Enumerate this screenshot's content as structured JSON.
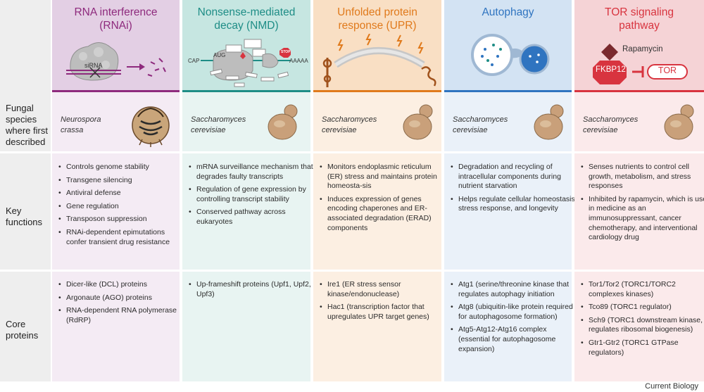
{
  "row_labels": {
    "species": [
      "Fungal",
      "species",
      "where first",
      "described"
    ],
    "functions": [
      "Key",
      "functions"
    ],
    "proteins": [
      "Core",
      "proteins"
    ]
  },
  "columns": [
    {
      "title_lines": [
        "RNA interference",
        "(RNAi)"
      ],
      "accent": "#8e2a7d",
      "header_bg": "#e3cfe4",
      "body_bg": "#f4ebf4",
      "species_lines": [
        "Neurospora",
        "crassa"
      ],
      "functions": [
        "Controls genome stability",
        "Transgene silencing",
        "Antiviral defense",
        "Gene regulation",
        "Transposon suppression",
        "RNAi-dependent epimutations confer transient drug resistance"
      ],
      "proteins": [
        "Dicer-like (DCL) proteins",
        "Argonaute (AGO) proteins",
        "RNA-dependent RNA polymerase (RdRP)"
      ],
      "illustration_labels": [
        "siRNA"
      ]
    },
    {
      "title_lines": [
        "Nonsense-mediated",
        "decay (NMD)"
      ],
      "accent": "#1e8d86",
      "header_bg": "#c6e6e1",
      "body_bg": "#e8f4f2",
      "species_lines": [
        "Saccharomyces",
        "cerevisiae"
      ],
      "functions": [
        "mRNA surveillance mechanism that degrades faulty transcripts",
        "Regulation of gene expression by controlling transcript stability",
        "Conserved pathway across eukaryotes"
      ],
      "proteins": [
        "Up-frameshift proteins (Upf1, Upf2, Upf3)"
      ],
      "illustration_labels": [
        "CAP",
        "AUG",
        "STOP",
        "AAAAA"
      ]
    },
    {
      "title_lines": [
        "Unfolded protein",
        "response (UPR)"
      ],
      "accent": "#e07a1c",
      "header_bg": "#f9dfc4",
      "body_bg": "#fcefe2",
      "species_lines": [
        "Saccharomyces",
        "cerevisiae"
      ],
      "functions": [
        "Monitors endoplasmic reticulum (ER) stress and maintains protein homeosta-sis",
        "Induces expression of genes encoding chaperones and ER-associated degradation (ERAD) components"
      ],
      "proteins": [
        "Ire1 (ER stress sensor kinase/endonuclease)",
        "Hac1 (transcription factor that upregulates UPR target genes)"
      ],
      "illustration_labels": []
    },
    {
      "title_lines": [
        "Autophagy"
      ],
      "accent": "#2f74c0",
      "header_bg": "#d3e3f3",
      "body_bg": "#eaf1f9",
      "species_lines": [
        "Saccharomyces",
        "cerevisiae"
      ],
      "functions": [
        "Degradation and recycling of intracellular components during nutrient starvation",
        "Helps regulate cellular homeostasis, stress response, and longevity"
      ],
      "proteins": [
        "Atg1 (serine/threonine kinase that regulates autophagy initiation",
        "Atg8 (ubiquitin-like protein required for autophagosome formation)",
        "Atg5-Atg12-Atg16 complex (essential for autophagosome expansion)"
      ],
      "illustration_labels": []
    },
    {
      "title_lines": [
        "TOR signaling",
        "pathway"
      ],
      "accent": "#d8343f",
      "header_bg": "#f5d3d6",
      "body_bg": "#fbeaeb",
      "species_lines": [
        "Saccharomyces",
        "cerevisiae"
      ],
      "functions": [
        "Senses nutrients to control cell growth, metabolism, and stress responses",
        "Inhibited by rapamycin, which is used in medicine as an immunosuppressant, cancer chemotherapy, and interventional cardiology drug"
      ],
      "proteins": [
        "Tor1/Tor2 (TORC1/TORC2 complexes kinases)",
        "Tco89 (TORC1 regulator)",
        "Sch9 (TORC1 downstream kinase, regulates ribosomal biogenesis)",
        "Gtr1-Gtr2 (TORC1 GTPase regulators)"
      ],
      "illustration_labels": [
        "Rapamycin",
        "FKBP12",
        "TOR"
      ]
    }
  ],
  "footer": "Current Biology"
}
